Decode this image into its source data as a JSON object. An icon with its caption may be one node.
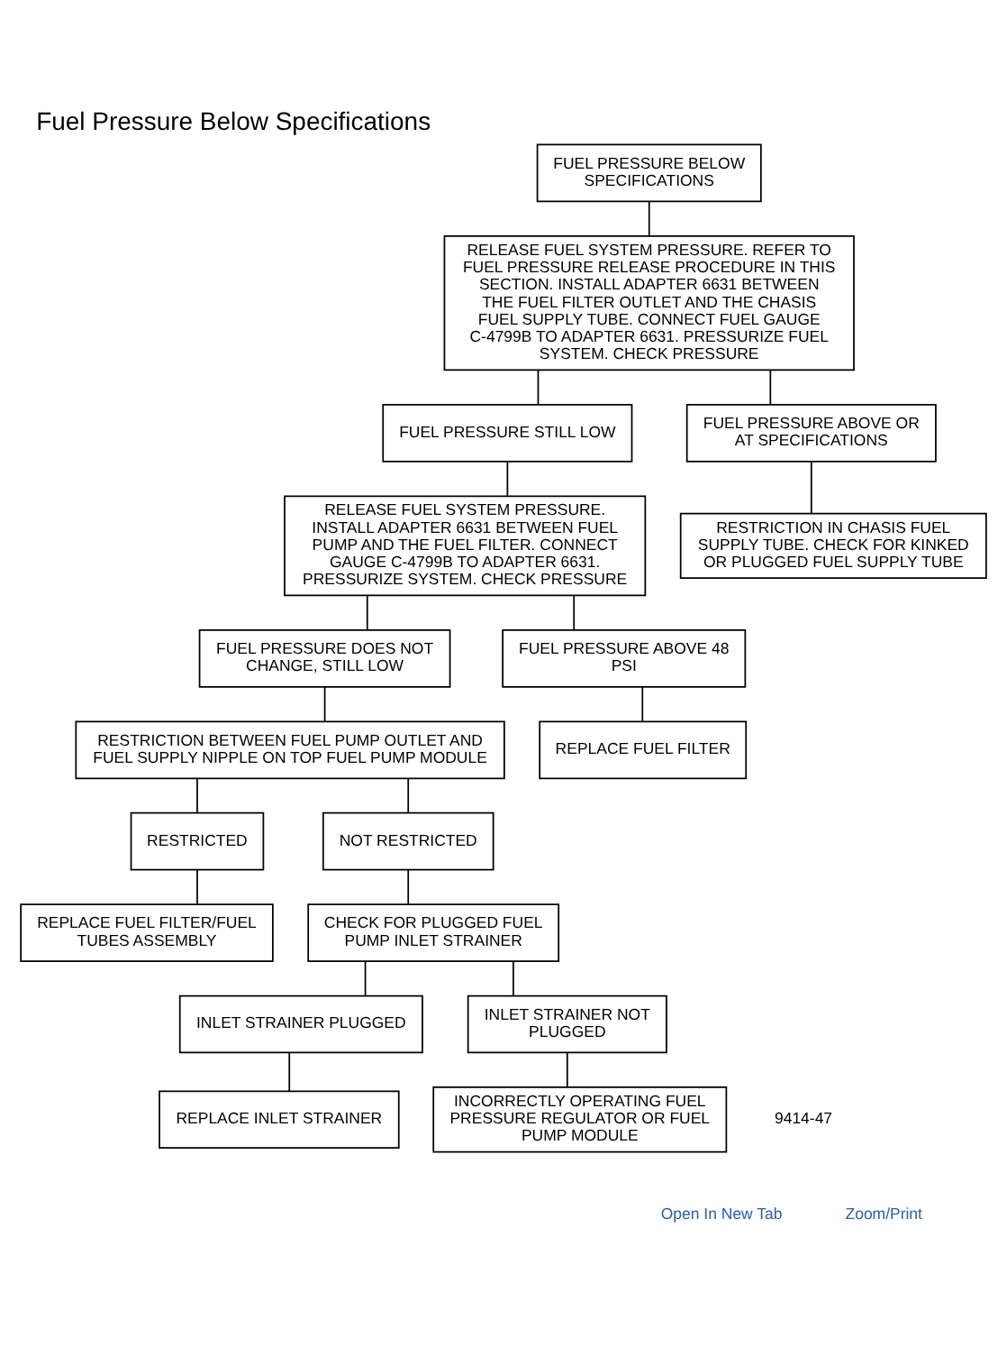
{
  "diagram": {
    "title": "Fuel Pressure Below Specifications",
    "nodes": [
      {
        "text": [
          "FUEL PRESSURE BELOW SPECIFICATIONS"
        ]
      },
      {
        "text": [
          "RELEASE FUEL SYSTEM PRESSURE. REFER TO FUEL PRESSURE RELEASE PROCEDURE IN THIS SECTION. INSTALL ADAPTER 6631 BETWEEN THE FUEL FILTER OUTLET AND THE CHASIS FUEL SUPPLY TUBE. CONNECT FUEL GAUGE C-4799B TO ADAPTER 6631. PRESSURIZE FUEL SYSTEM. CHECK PRESSURE"
        ]
      },
      {
        "text": [
          "FUEL PRESSURE STILL LOW"
        ]
      },
      {
        "text": [
          "FUEL PRESSURE ABOVE OR AT SPECIFICATIONS"
        ]
      },
      {
        "text": [
          "RELEASE FUEL SYSTEM PRESSURE. INSTALL ADAPTER 6631 BETWEEN FUEL PUMP AND THE FUEL FILTER. CONNECT GAUGE C-4799B TO ADAPTER 6631. PRESSURIZE SYSTEM. CHECK PRESSURE"
        ]
      },
      {
        "text": [
          "RESTRICTION IN CHASIS FUEL SUPPLY TUBE. CHECK FOR KINKED OR PLUGGED FUEL SUPPLY TUBE"
        ]
      },
      {
        "text": [
          "FUEL PRESSURE DOES NOT CHANGE, STILL LOW"
        ]
      },
      {
        "text": [
          "FUEL PRESSURE ABOVE 48 PSI"
        ]
      },
      {
        "text": [
          "RESTRICTION BETWEEN FUEL PUMP OUTLET AND FUEL SUPPLY NIPPLE ON TOP FUEL PUMP MODULE"
        ]
      },
      {
        "text": [
          "REPLACE FUEL FILTER"
        ]
      },
      {
        "text": [
          "RESTRICTED"
        ]
      },
      {
        "text": [
          "NOT RESTRICTED"
        ]
      },
      {
        "text": [
          "REPLACE FUEL FILTER/FUEL TUBES ASSEMBLY"
        ]
      },
      {
        "text": [
          "CHECK FOR PLUGGED FUEL PUMP INLET STRAINER"
        ]
      },
      {
        "text": [
          "INLET STRAINER PLUGGED"
        ]
      },
      {
        "text": [
          "INLET STRAINER NOT PLUGGED"
        ]
      },
      {
        "text": [
          "REPLACE INLET STRAINER"
        ]
      },
      {
        "text": [
          "INCORRECTLY OPERATING FUEL PRESSURE REGULATOR OR FUEL PUMP MODULE"
        ]
      }
    ],
    "edges": [
      {
        "from": 0,
        "to": 1,
        "arrow": "none"
      },
      {
        "from": 1,
        "to": 2,
        "arrow": "none"
      },
      {
        "from": 1,
        "to": 3,
        "arrow": "none"
      },
      {
        "from": 2,
        "to": 4,
        "arrow": "none"
      },
      {
        "from": 3,
        "to": 5,
        "arrow": "none"
      },
      {
        "from": 4,
        "to": 6,
        "arrow": "none"
      },
      {
        "from": 4,
        "to": 7,
        "arrow": "none"
      },
      {
        "from": 6,
        "to": 8,
        "arrow": "none"
      },
      {
        "from": 7,
        "to": 9,
        "arrow": "none"
      },
      {
        "from": 8,
        "to": 10,
        "arrow": "none"
      },
      {
        "from": 8,
        "to": 11,
        "arrow": "none"
      },
      {
        "from": 10,
        "to": 12,
        "arrow": "none"
      },
      {
        "from": 11,
        "to": 13,
        "arrow": "none"
      },
      {
        "from": 13,
        "to": 14,
        "arrow": "none"
      },
      {
        "from": 13,
        "to": 15,
        "arrow": "none"
      },
      {
        "from": 14,
        "to": 16,
        "arrow": "none"
      },
      {
        "from": 15,
        "to": 17,
        "arrow": "none"
      }
    ],
    "labels": [
      "9414-47",
      "Open In New Tab",
      "Zoom/Print"
    ]
  }
}
